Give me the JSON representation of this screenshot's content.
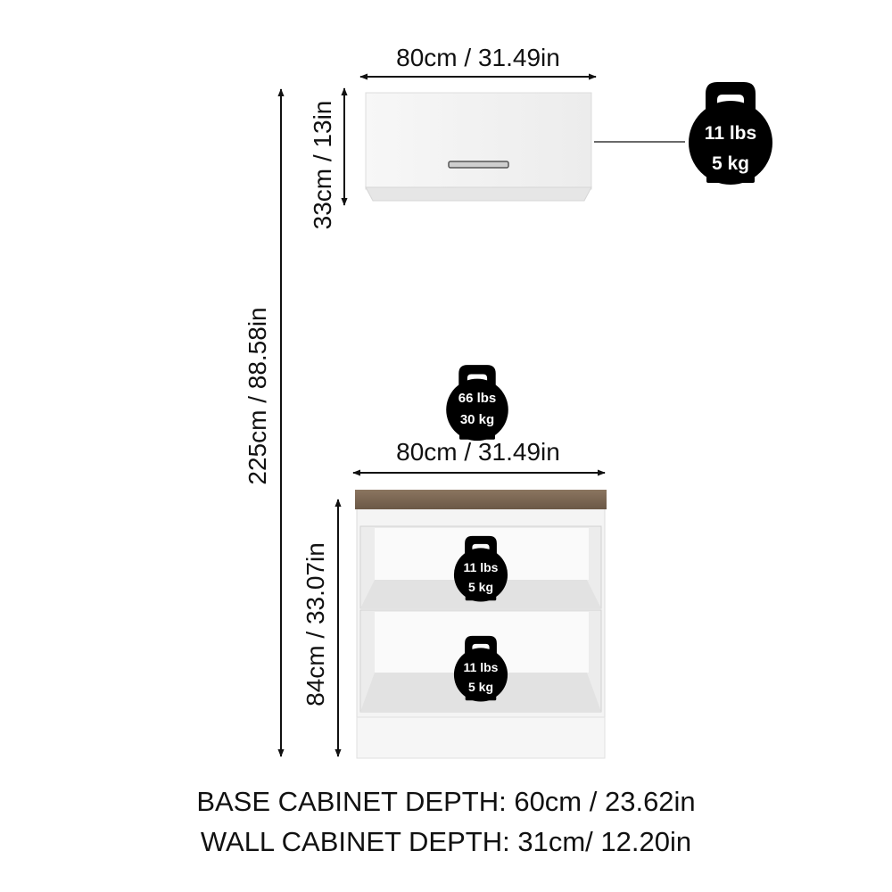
{
  "wall_cabinet": {
    "width_label": "80cm / 31.49in",
    "height_label": "33cm / 13in",
    "weight": {
      "lbs": "11 lbs",
      "kg": "5 kg"
    }
  },
  "total_height_label": "225cm / 88.58in",
  "base_cabinet": {
    "top_weight": {
      "lbs": "66 lbs",
      "kg": "30 kg"
    },
    "width_label": "80cm / 31.49in",
    "height_label": "84cm / 33.07in",
    "shelf_weights": [
      {
        "lbs": "11 lbs",
        "kg": "5 kg"
      },
      {
        "lbs": "11 lbs",
        "kg": "5 kg"
      }
    ]
  },
  "footer": {
    "base_depth": "BASE CABINET DEPTH: 60cm / 23.62in",
    "wall_depth": "WALL CABINET DEPTH: 31cm/ 12.20in"
  },
  "colors": {
    "cabinet_white": "#f2f2f2",
    "countertop_wood": "#7a6550",
    "kettlebell": "#000000",
    "dimension_line": "#111111"
  }
}
